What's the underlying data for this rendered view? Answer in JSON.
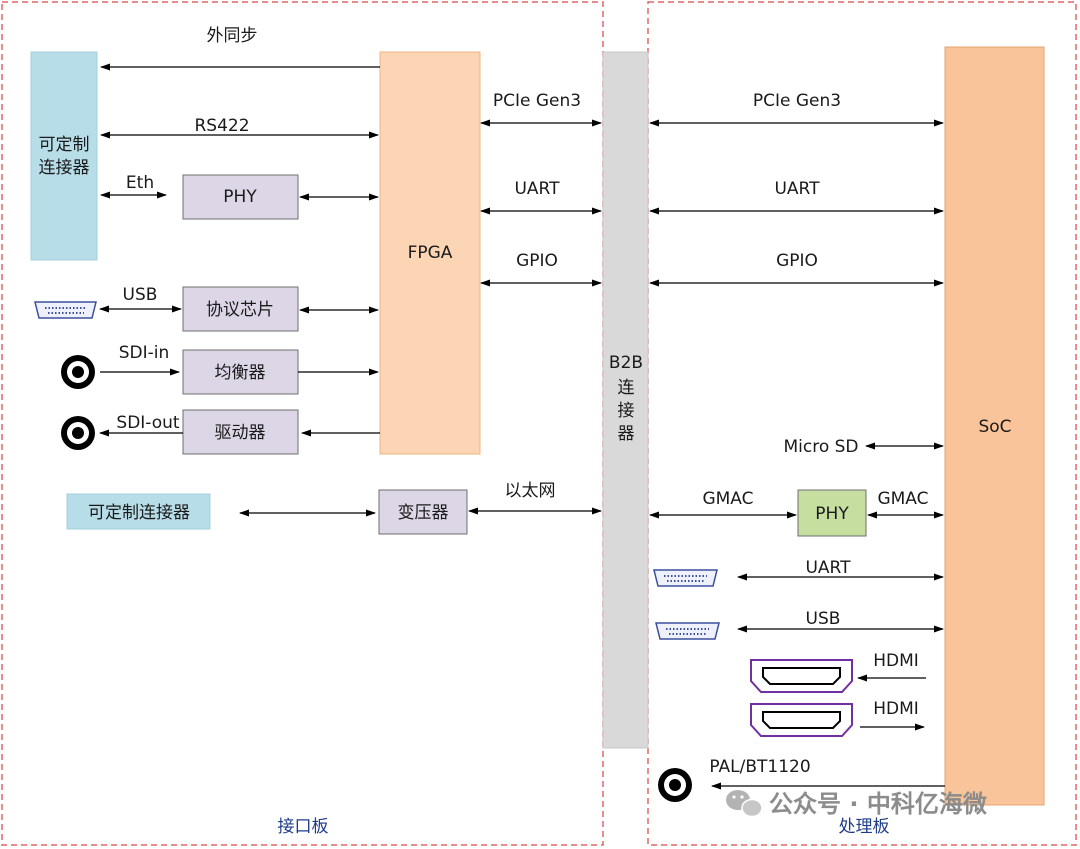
{
  "regions": {
    "interface_board": "接口板",
    "processing_board": "处理板"
  },
  "blocks": {
    "fpga": "FPGA",
    "soc": "SoC",
    "b2b_connector": [
      "B2B",
      "连",
      "接",
      "器"
    ],
    "custom_connector_top": [
      "可定制",
      "连接器"
    ],
    "custom_connector_bottom": "可定制连接器",
    "phy_left": "PHY",
    "protocol_chip": "协议芯片",
    "equalizer": "均衡器",
    "driver": "驱动器",
    "transformer": "变压器",
    "phy_right": "PHY"
  },
  "signals": {
    "ext_sync": "外同步",
    "rs422": "RS422",
    "eth": "Eth",
    "usb_left": "USB",
    "sdi_in": "SDI-in",
    "sdi_out": "SDI-out",
    "ethernet": "以太网",
    "pcie_left": "PCIe Gen3",
    "uart_left": "UART",
    "gpio_left": "GPIO",
    "pcie_right": "PCIe Gen3",
    "uart_right": "UART",
    "gpio_right": "GPIO",
    "micro_sd": "Micro SD",
    "gmac_left": "GMAC",
    "gmac_right": "GMAC",
    "uart_port": "UART",
    "usb_port": "USB",
    "hdmi_in": "HDMI",
    "hdmi_out": "HDMI",
    "pal": "PAL/BT1120"
  },
  "watermark": "公众号 · 中科亿海微",
  "colors": {
    "fpga_fill": "#fcd5b5",
    "soc_fill": "#f9c499",
    "connector_fill": "#b7dde8",
    "chip_fill": "#dcd6e6",
    "phy_green": "#c6dea0",
    "b2b_fill": "#d9d9d9",
    "region_border": "#e06666",
    "hdmi_purple": "#7030a0"
  }
}
